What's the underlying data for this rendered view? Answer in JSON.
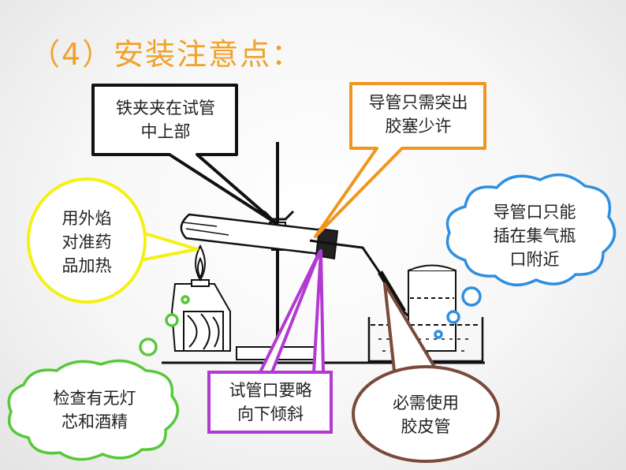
{
  "title": "（4）安装注意点：",
  "callouts": {
    "iron_clamp": {
      "line1": "铁夹夹在试管",
      "line2": "中上部",
      "color": "#111111"
    },
    "conduit_tip": {
      "line1": "导管只需突出",
      "line2": "胶塞少许",
      "color": "#f0961e"
    },
    "outer_flame": {
      "line1": "用外焰",
      "line2": "对准药",
      "line3": "品加热",
      "color": "#f5f014"
    },
    "bottle_mouth": {
      "line1": "导管口只能",
      "line2": "插在集气瓶",
      "line3": "口附近",
      "color": "#2f8fe0"
    },
    "lamp_check": {
      "line1": "检查有无灯",
      "line2": "芯和酒精",
      "color": "#58c83a"
    },
    "tube_slant": {
      "line1": "试管口要略",
      "line2": "向下倾斜",
      "color": "#b23ad0"
    },
    "rubber_tube": {
      "line1": "必需使用",
      "line2": "胶皮管",
      "color": "#7a4a3a"
    }
  }
}
